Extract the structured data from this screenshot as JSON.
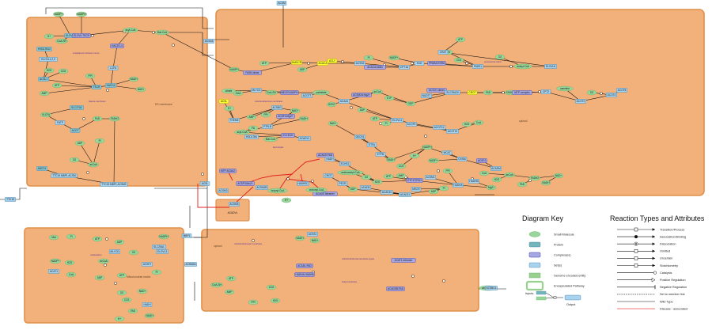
{
  "colors": {
    "compartment_fill": "#f2b07a",
    "compartment_stroke": "#e0904a",
    "small_molecule": "#98d69a",
    "protein": "#8cc9d6",
    "complex": "#a6a8e3",
    "set": "#a8d3ef",
    "genome_entity": "#9ad08f",
    "highlight": "#ffff33",
    "edge": "#111111",
    "disease_edge": "#e02020"
  },
  "compartment_labels": [
    {
      "id": "er",
      "text": "ER membrane"
    },
    {
      "id": "cyt",
      "text": "cytosol"
    },
    {
      "id": "mito",
      "text": "Mitochondrial matrix"
    },
    {
      "id": "cytr",
      "text": "cytosol"
    }
  ],
  "notes": [
    {
      "id": "n1",
      "text": "endoplasmic reticulum lumen"
    },
    {
      "id": "n2",
      "text": "peroxisomal matrix"
    },
    {
      "id": "n3",
      "text": "mitochondrial inner membrane"
    },
    {
      "id": "n4",
      "text": "lipid droplet"
    },
    {
      "id": "n5",
      "text": "plasma membrane"
    },
    {
      "id": "n6",
      "text": "nucleoplasm"
    },
    {
      "id": "n7",
      "text": "mitochondrial outer membrane"
    },
    {
      "id": "n8",
      "text": "mitochondrial intermembrane space"
    },
    {
      "id": "n9",
      "text": "Golgi membrane"
    }
  ],
  "nodes": [
    {
      "id": "a1",
      "type": "small",
      "label": "NADP+"
    },
    {
      "id": "a2",
      "type": "small",
      "label": "NADPH"
    },
    {
      "id": "a3",
      "type": "small",
      "label": "H+"
    },
    {
      "id": "a4",
      "type": "small",
      "label": "CoA-SH"
    },
    {
      "id": "a5",
      "type": "protein",
      "label": "ELOVL1"
    },
    {
      "id": "a6",
      "type": "protein",
      "label": "HSD17B12"
    },
    {
      "id": "a7",
      "type": "set",
      "label": "ELOVL1,2,3"
    },
    {
      "id": "a8",
      "type": "complex",
      "label": "ELOVL:TECR"
    },
    {
      "id": "a9",
      "type": "small",
      "label": "H2O"
    },
    {
      "id": "a10",
      "type": "small",
      "label": "CO2"
    },
    {
      "id": "a11",
      "type": "protein",
      "label": "ACSL1"
    },
    {
      "id": "a12",
      "type": "small",
      "label": "ATP"
    },
    {
      "id": "a13",
      "type": "small",
      "label": "AMP"
    },
    {
      "id": "a14",
      "type": "small",
      "label": "PPi"
    },
    {
      "id": "a15",
      "type": "protein",
      "label": "TECR"
    },
    {
      "id": "a16",
      "type": "protein",
      "label": "HACD1"
    },
    {
      "id": "a17",
      "type": "complex",
      "label": "HACD1-4"
    },
    {
      "id": "a18",
      "type": "small",
      "label": "acyl-CoA"
    },
    {
      "id": "a19",
      "type": "small",
      "label": "Mal-CoA"
    },
    {
      "id": "a20",
      "type": "set",
      "label": "LCFA"
    },
    {
      "id": "a21",
      "type": "small",
      "label": "NADH"
    },
    {
      "id": "a22",
      "type": "small",
      "label": "NAD+"
    },
    {
      "id": "a23",
      "type": "protein",
      "label": "SLC27A2"
    },
    {
      "id": "a24",
      "type": "small",
      "label": "VLCFA"
    },
    {
      "id": "a25",
      "type": "set",
      "label": "FATP"
    },
    {
      "id": "a26",
      "type": "protein",
      "label": "ACOT"
    },
    {
      "id": "a27",
      "type": "small",
      "label": "FAD"
    },
    {
      "id": "a28",
      "type": "small",
      "label": "FADH2"
    },
    {
      "id": "a29",
      "type": "set",
      "label": "TTC19 MBP1 ACSM"
    },
    {
      "id": "a30",
      "type": "set",
      "label": "TTC19 MBP1 ACSM2"
    },
    {
      "id": "a31",
      "type": "small",
      "label": "ADP"
    },
    {
      "id": "a32",
      "type": "small",
      "label": "Pi"
    },
    {
      "id": "a33",
      "type": "small",
      "label": "acCoA"
    },
    {
      "id": "a34",
      "type": "small",
      "label": "O2"
    },
    {
      "id": "a35",
      "type": "protein",
      "label": "ABCD1"
    },
    {
      "id": "b1",
      "type": "small",
      "label": "NADPH"
    },
    {
      "id": "b2",
      "type": "complex",
      "label": "FASN dimer"
    },
    {
      "id": "b3",
      "type": "small",
      "label": "ATP"
    },
    {
      "id": "b4",
      "type": "highlight",
      "label": "HMGCR"
    },
    {
      "id": "b5",
      "type": "small",
      "label": "ADP"
    },
    {
      "id": "b6",
      "type": "highlight",
      "label": "ACACA"
    },
    {
      "id": "b7",
      "type": "highlight",
      "label": "ACLY"
    },
    {
      "id": "b8",
      "type": "set",
      "label": "ACSS2"
    },
    {
      "id": "b9",
      "type": "small",
      "label": "Pi"
    },
    {
      "id": "b10",
      "type": "complex",
      "label": "ACACA:biotin"
    },
    {
      "id": "b11",
      "type": "set",
      "label": "CPT1A"
    },
    {
      "id": "b12",
      "type": "small",
      "label": "NADP+"
    },
    {
      "id": "b13",
      "type": "set",
      "label": "SCD"
    },
    {
      "id": "b14",
      "type": "complex",
      "label": "PPARA:RXRA"
    },
    {
      "id": "b15",
      "type": "small",
      "label": "H2O"
    },
    {
      "id": "b16",
      "type": "small",
      "label": "CO2"
    },
    {
      "id": "b17",
      "type": "set",
      "label": "FADS1"
    },
    {
      "id": "b18",
      "type": "small",
      "label": "O2"
    },
    {
      "id": "b19",
      "type": "small",
      "label": "acetyl-CoA"
    },
    {
      "id": "b20",
      "type": "set",
      "label": "ELOVL6"
    },
    {
      "id": "b21",
      "type": "small",
      "label": "citrate"
    },
    {
      "id": "b22",
      "type": "small",
      "label": "OAA"
    },
    {
      "id": "b23",
      "type": "set",
      "label": "MLYCD"
    },
    {
      "id": "b24",
      "type": "small",
      "label": "CoA-SH"
    },
    {
      "id": "b25",
      "type": "complex",
      "label": "MECR:NADPH"
    },
    {
      "id": "b26",
      "type": "set",
      "label": "ACOT7"
    },
    {
      "id": "b27",
      "type": "small",
      "label": "palmitate"
    },
    {
      "id": "b28",
      "type": "highlight",
      "label": "ACSL"
    },
    {
      "id": "b29",
      "type": "small",
      "label": "H+"
    },
    {
      "id": "b30",
      "type": "set",
      "label": "THEM5"
    },
    {
      "id": "b31",
      "type": "small",
      "label": "AMP"
    },
    {
      "id": "b32",
      "type": "small",
      "label": "PPi"
    },
    {
      "id": "b33",
      "type": "set",
      "label": "ACSBG"
    },
    {
      "id": "b34",
      "type": "complex",
      "label": "ACSF3:Mg2+"
    },
    {
      "id": "b35",
      "type": "small",
      "label": "NAD+"
    },
    {
      "id": "b36",
      "type": "small",
      "label": "NADH"
    },
    {
      "id": "b37",
      "type": "set",
      "label": "PTPLB"
    },
    {
      "id": "b38",
      "type": "small",
      "label": "FA"
    },
    {
      "id": "b39",
      "type": "small",
      "label": "acyl-CoA"
    },
    {
      "id": "b40",
      "type": "set",
      "label": "HSD17B4"
    },
    {
      "id": "b41",
      "type": "small",
      "label": "Mal-CoA"
    },
    {
      "id": "b42",
      "type": "complex",
      "label": "ECI:ECH"
    },
    {
      "id": "b43",
      "type": "set",
      "label": "ACADVL"
    },
    {
      "id": "b44",
      "type": "small",
      "label": "H2O2"
    },
    {
      "id": "b45",
      "type": "set",
      "label": "ACAA1"
    },
    {
      "id": "b46",
      "type": "complex",
      "label": "ACSM2A:Mg2+"
    },
    {
      "id": "b47",
      "type": "small",
      "label": "acCoA"
    },
    {
      "id": "b48",
      "type": "small",
      "label": "GTP"
    },
    {
      "id": "b49",
      "type": "small",
      "label": "GDP"
    },
    {
      "id": "b50",
      "type": "set",
      "label": "NUDT7"
    },
    {
      "id": "b51",
      "type": "complex",
      "label": "ACOX1 dimer"
    },
    {
      "id": "b52",
      "type": "set",
      "label": "SLC25A20"
    },
    {
      "id": "b53",
      "type": "highlight",
      "label": "CROT"
    },
    {
      "id": "b54",
      "type": "small",
      "label": "FAD"
    },
    {
      "id": "b55",
      "type": "small",
      "label": "FADH2"
    },
    {
      "id": "b56",
      "type": "complex",
      "label": "MTP complex"
    },
    {
      "id": "b57",
      "type": "set",
      "label": "CPT2"
    },
    {
      "id": "b58",
      "type": "small",
      "label": "carnitine"
    },
    {
      "id": "b59",
      "type": "set",
      "label": "ACOT2"
    },
    {
      "id": "b60",
      "type": "small",
      "label": "O2"
    },
    {
      "id": "b61",
      "type": "set",
      "label": "ACOT4"
    },
    {
      "id": "b62",
      "type": "set",
      "label": "ACOT8"
    },
    {
      "id": "b63",
      "type": "set",
      "label": "CRAT"
    },
    {
      "id": "b64",
      "type": "small",
      "label": "ATP"
    },
    {
      "id": "c1",
      "type": "small",
      "label": "ADP"
    },
    {
      "id": "c2",
      "type": "small",
      "label": "ATP"
    },
    {
      "id": "c3",
      "type": "small",
      "label": "Pi"
    },
    {
      "id": "c4",
      "type": "set",
      "label": "ELOVL4"
    },
    {
      "id": "c5",
      "type": "set",
      "label": "ACOT9"
    },
    {
      "id": "c6",
      "type": "set",
      "label": "ACOT11"
    },
    {
      "id": "c7",
      "type": "set",
      "label": "ACOT13"
    },
    {
      "id": "c8",
      "type": "small",
      "label": "H2O"
    },
    {
      "id": "c9",
      "type": "small",
      "label": "CoA"
    },
    {
      "id": "c10",
      "type": "small",
      "label": "NAD+"
    },
    {
      "id": "c11",
      "type": "set",
      "label": "DECR1"
    },
    {
      "id": "c12",
      "type": "set",
      "label": "ETFA"
    },
    {
      "id": "c13",
      "type": "set",
      "label": "ETFB"
    },
    {
      "id": "c14",
      "type": "small",
      "label": "NADH"
    },
    {
      "id": "c15",
      "type": "small",
      "label": "CO2"
    },
    {
      "id": "c16",
      "type": "small",
      "label": "H+"
    },
    {
      "id": "c17",
      "type": "small",
      "label": "NADPH"
    },
    {
      "id": "c18",
      "type": "small",
      "label": "NADP+"
    },
    {
      "id": "c19",
      "type": "set",
      "label": "MCAT"
    },
    {
      "id": "c20",
      "type": "set",
      "label": "OXSM"
    },
    {
      "id": "c21",
      "type": "complex",
      "label": "ACSF2"
    },
    {
      "id": "c22",
      "type": "set",
      "label": "ACADM"
    },
    {
      "id": "c23",
      "type": "complex",
      "label": "ACADS:FAD"
    },
    {
      "id": "c24",
      "type": "set",
      "label": "HADH"
    },
    {
      "id": "c25",
      "type": "set",
      "label": "ECHS1"
    },
    {
      "id": "c26",
      "type": "small",
      "label": "acetoacetyl-CoA"
    },
    {
      "id": "c27",
      "type": "small",
      "label": "O2"
    },
    {
      "id": "c28",
      "type": "small",
      "label": "H2O"
    },
    {
      "id": "c29",
      "type": "small",
      "label": "ATP"
    },
    {
      "id": "c30",
      "type": "small",
      "label": "AMP"
    },
    {
      "id": "c31",
      "type": "complex",
      "label": "ETF:ETFDH"
    },
    {
      "id": "c32",
      "type": "set",
      "label": "ACSM1"
    },
    {
      "id": "c33",
      "type": "small",
      "label": "PPi"
    },
    {
      "id": "c34",
      "type": "set",
      "label": "HADHA"
    },
    {
      "id": "c35",
      "type": "set",
      "label": "HADHB"
    },
    {
      "id": "c36",
      "type": "small",
      "label": "Mg2+"
    },
    {
      "id": "c37",
      "type": "set",
      "label": "CROT"
    },
    {
      "id": "c38",
      "type": "set",
      "label": "PECR"
    },
    {
      "id": "c39",
      "type": "small",
      "label": "GDP"
    },
    {
      "id": "c40",
      "type": "set",
      "label": "ACAD9"
    },
    {
      "id": "c41",
      "type": "set",
      "label": "ACAD10"
    },
    {
      "id": "c42",
      "type": "set",
      "label": "ACAD11"
    },
    {
      "id": "c43",
      "type": "set",
      "label": "MECR"
    },
    {
      "id": "c44",
      "type": "small",
      "label": "ADP"
    },
    {
      "id": "c45",
      "type": "small",
      "label": "Pi"
    },
    {
      "id": "c46",
      "type": "small",
      "label": "CoA"
    },
    {
      "id": "c47",
      "type": "small",
      "label": "H2O"
    },
    {
      "id": "c48",
      "type": "small",
      "label": "acCoA"
    },
    {
      "id": "c49",
      "type": "small",
      "label": "FAD"
    },
    {
      "id": "c50",
      "type": "small",
      "label": "FADH2"
    },
    {
      "id": "c51",
      "type": "small",
      "label": "NADH"
    },
    {
      "id": "c52",
      "type": "small",
      "label": "NAD+"
    },
    {
      "id": "d1",
      "type": "complex",
      "label": "MTP:ACAA2"
    },
    {
      "id": "d2",
      "type": "complex",
      "label": "ACSF3:Mn2+"
    },
    {
      "id": "d3",
      "type": "set",
      "label": "ACSM2B"
    },
    {
      "id": "d4",
      "type": "set",
      "label": "ACSM3"
    },
    {
      "id": "d5",
      "type": "set",
      "label": "ACSM5"
    },
    {
      "id": "d6",
      "type": "complex",
      "label": "ACADS tetramer"
    },
    {
      "id": "d7",
      "type": "set",
      "label": "HADHSC"
    },
    {
      "id": "d8",
      "type": "small",
      "label": "crotonyl-CoA"
    },
    {
      "id": "d9",
      "type": "small",
      "label": "butyryl-CoA"
    },
    {
      "id": "d10",
      "type": "small",
      "label": "H+"
    },
    {
      "id": "e1",
      "type": "small",
      "label": "Mal"
    },
    {
      "id": "e2",
      "type": "small",
      "label": "Pi"
    },
    {
      "id": "e3",
      "type": "small",
      "label": "ATP"
    },
    {
      "id": "e4",
      "type": "small",
      "label": "ADP"
    },
    {
      "id": "e5",
      "type": "small",
      "label": "O2"
    },
    {
      "id": "e6",
      "type": "set",
      "label": "SLC25A1"
    },
    {
      "id": "e7",
      "type": "set",
      "label": "ACSF2"
    }
  ],
  "key": {
    "title": "Diagram Key",
    "items": [
      {
        "shape": "small",
        "label": "Small Molecule"
      },
      {
        "shape": "protein",
        "label": "Protein"
      },
      {
        "shape": "complex",
        "label": "Complex(es)"
      },
      {
        "shape": "set",
        "label": "Set(s)"
      },
      {
        "shape": "genome",
        "label": "Genome encoded entity"
      },
      {
        "shape": "pathway",
        "label": "Encapsulated Pathway"
      }
    ],
    "inputs_label": "Inputs",
    "output_label": "Output"
  },
  "reaction_key": {
    "title": "Reaction Types and Attributes",
    "items": [
      {
        "glyph": "transition",
        "label": "Transition/Process"
      },
      {
        "glyph": "binding",
        "label": "Association/Binding"
      },
      {
        "glyph": "dissociation",
        "label": "Dissociation"
      },
      {
        "glyph": "omitted",
        "label": "Omitted"
      },
      {
        "glyph": "uncertain",
        "label": "Uncertain"
      },
      {
        "glyph": "stoich",
        "label": "Stoichiometry"
      },
      {
        "glyph": "catalysis",
        "label": "Catalysis"
      },
      {
        "glyph": "pos",
        "label": "Positive Regulation"
      },
      {
        "glyph": "neg",
        "label": "Negative Regulation"
      },
      {
        "glyph": "member",
        "label": "Set to member link"
      },
      {
        "glyph": "wild",
        "label": "Wild Type"
      },
      {
        "glyph": "disease",
        "label": "Disease - associated"
      }
    ]
  }
}
